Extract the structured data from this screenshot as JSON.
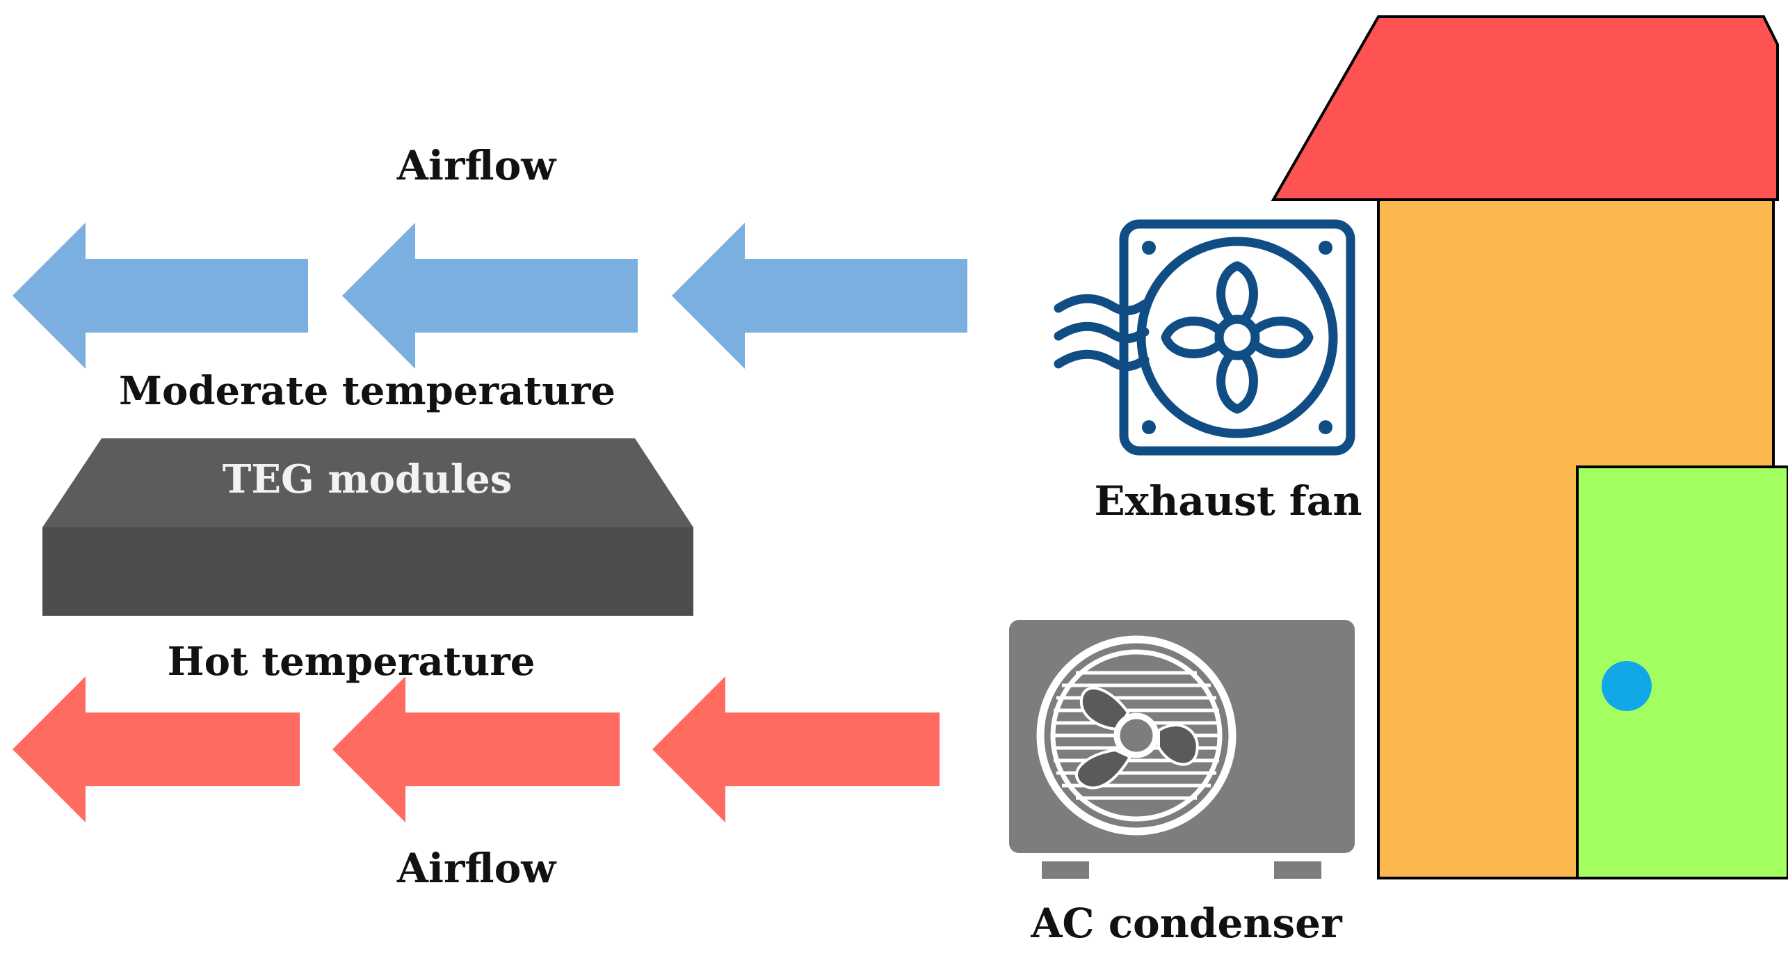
{
  "labels": {
    "airflow_top": "Airflow",
    "moderate_temperature": "Moderate temperature",
    "teg_modules": "TEG modules",
    "hot_temperature": "Hot temperature",
    "airflow_bottom": "Airflow",
    "exhaust_fan": "Exhaust fan",
    "ac_condenser": "AC condenser"
  },
  "icons": {
    "exhaust_fan": "exhaust-fan-icon",
    "ac_condenser": "ac-condenser-icon",
    "house": "house-icon"
  },
  "colors": {
    "cool_arrow": "#7aafdf",
    "hot_arrow": "#ff6b61",
    "teg_top": "#5c5c5c",
    "teg_front": "#4d4d4d",
    "fan_stroke": "#0f4d84",
    "condenser_body": "#7d7d7d",
    "roof": "#ff5252",
    "wall": "#fbb84f",
    "door": "#a3ff5f",
    "door_knob": "#12a7e6"
  }
}
